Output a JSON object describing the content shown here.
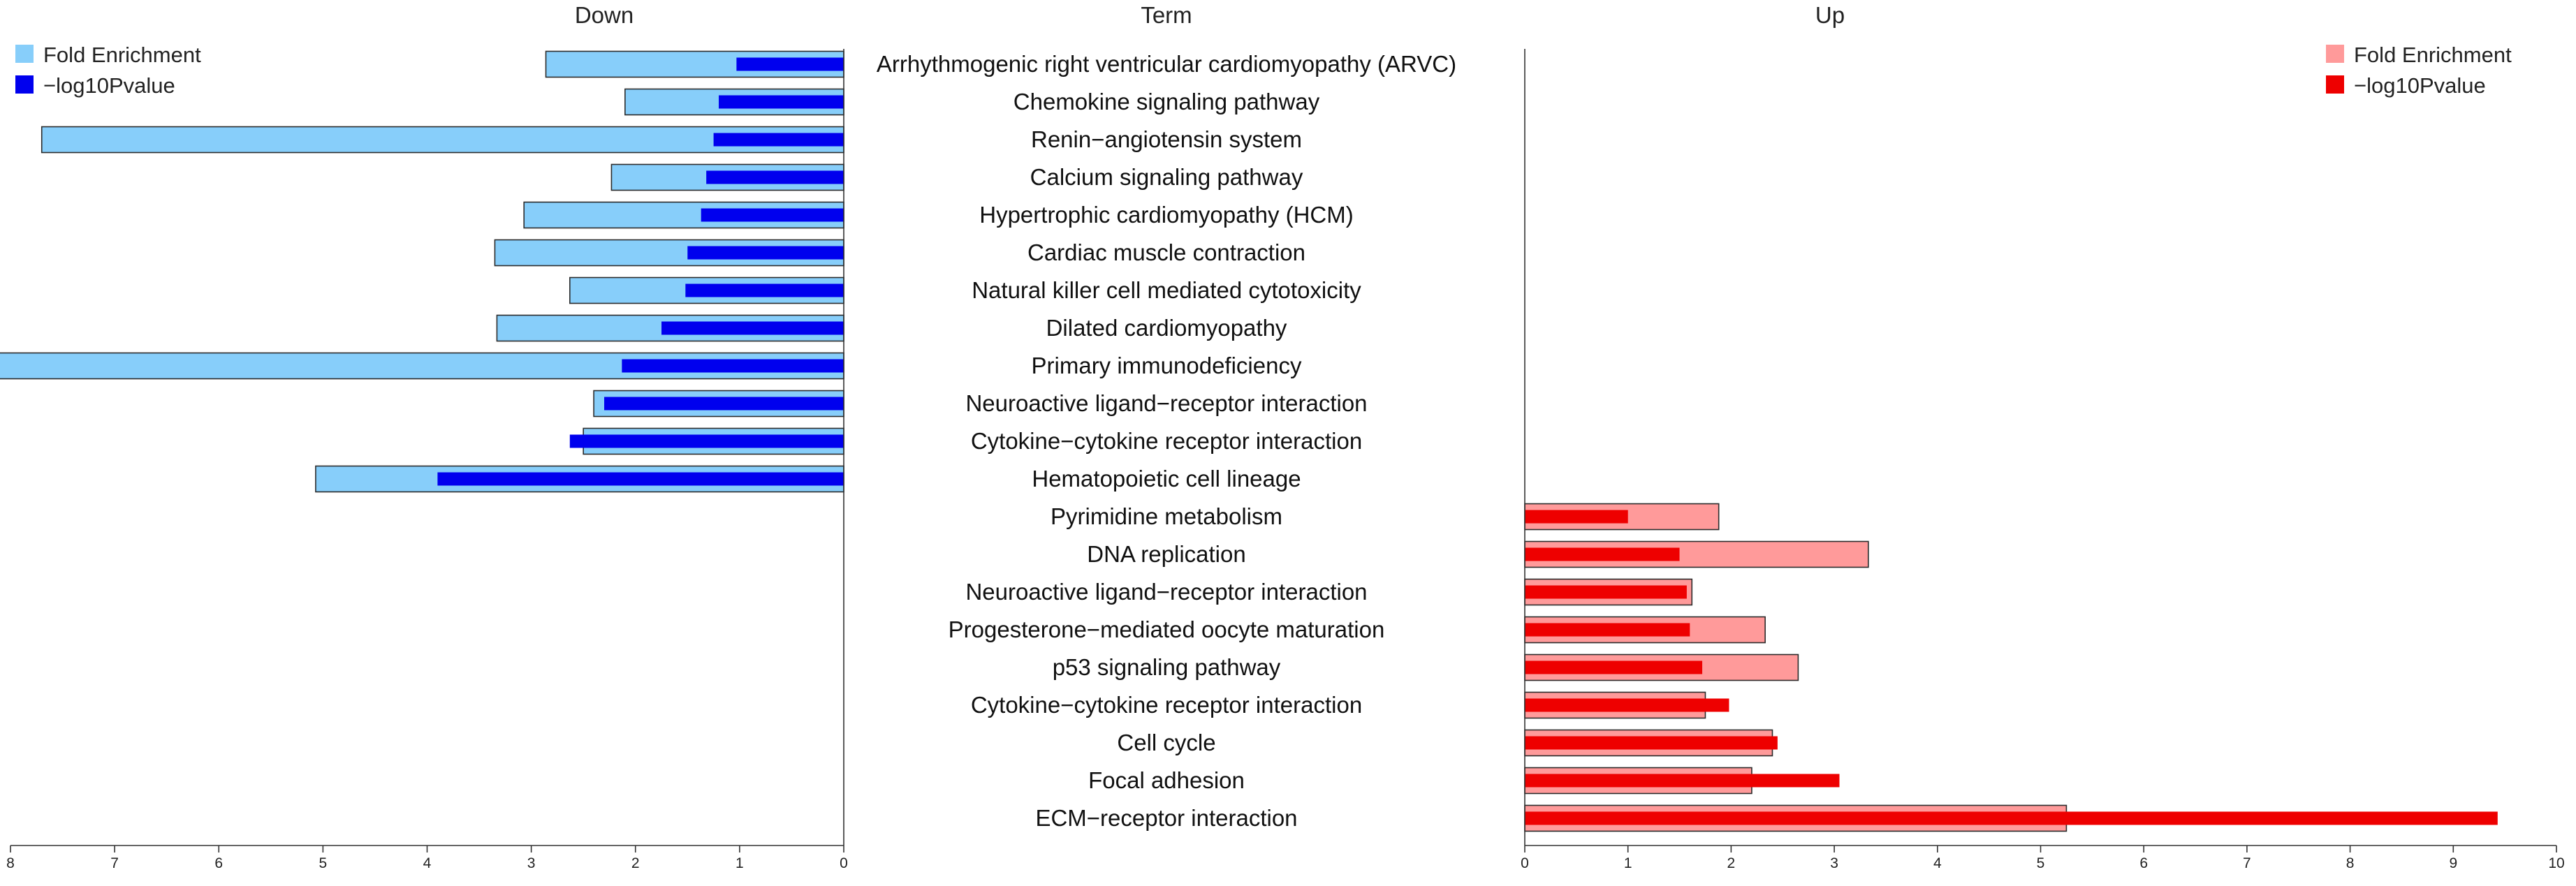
{
  "chart_data": {
    "type": "bar",
    "headers": {
      "down": "Down",
      "term": "Term",
      "up": "Up"
    },
    "down": {
      "legend": [
        {
          "label": "Fold Enrichment",
          "color": "#87CEFA"
        },
        {
          "label": "−log10Pvalue",
          "color": "#0000EE"
        }
      ],
      "xlim": [
        8,
        0
      ],
      "ticks": [
        "8",
        "7",
        "6",
        "5",
        "4",
        "3",
        "2",
        "1",
        "0"
      ],
      "terms": [
        "Arrhythmogenic right ventricular cardiomyopathy (ARVC)",
        "Chemokine signaling pathway",
        "Renin−angiotensin system",
        "Calcium signaling pathway",
        "Hypertrophic cardiomyopathy (HCM)",
        "Cardiac muscle contraction",
        "Natural killer cell mediated cytotoxicity",
        "Dilated cardiomyopathy",
        "Primary immunodeficiency",
        "Neuroactive ligand−receptor interaction",
        "Cytokine−cytokine receptor interaction",
        "Hematopoietic cell lineage"
      ],
      "fold_enrichment": [
        2.86,
        2.1,
        7.7,
        2.23,
        3.07,
        3.35,
        2.63,
        3.33,
        8.25,
        2.4,
        2.5,
        5.07
      ],
      "neg_log10_pvalue": [
        1.03,
        1.2,
        1.25,
        1.32,
        1.37,
        1.5,
        1.52,
        1.75,
        2.13,
        2.3,
        2.63,
        3.9
      ]
    },
    "up": {
      "legend": [
        {
          "label": "Fold Enrichment",
          "color": "#FF9A9A"
        },
        {
          "label": "−log10Pvalue",
          "color": "#EE0000"
        }
      ],
      "xlim": [
        0,
        10
      ],
      "ticks": [
        "0",
        "1",
        "2",
        "3",
        "4",
        "5",
        "6",
        "7",
        "8",
        "9",
        "10"
      ],
      "terms": [
        "Pyrimidine metabolism",
        "DNA replication",
        "Neuroactive ligand−receptor interaction",
        "Progesterone−mediated oocyte maturation",
        "p53 signaling pathway",
        "Cytokine−cytokine receptor interaction",
        "Cell cycle",
        "Focal adhesion",
        "ECM−receptor interaction"
      ],
      "fold_enrichment": [
        1.88,
        3.33,
        1.62,
        2.33,
        2.65,
        1.75,
        2.4,
        2.2,
        5.25
      ],
      "neg_log10_pvalue": [
        1.0,
        1.5,
        1.57,
        1.6,
        1.72,
        1.98,
        2.45,
        3.05,
        9.43
      ]
    }
  }
}
